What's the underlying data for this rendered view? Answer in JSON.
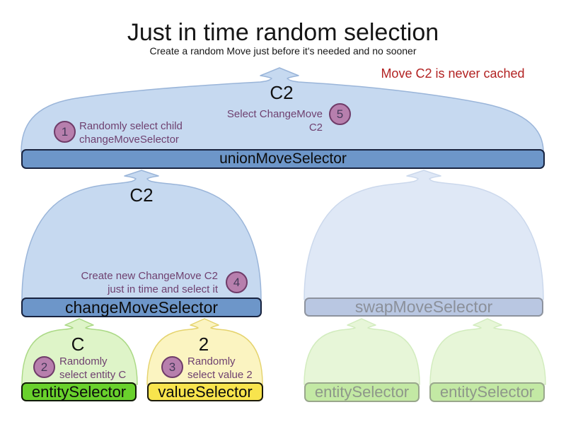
{
  "header": {
    "title": "Just in time random selection",
    "subtitle": "Create a random Move just before it's needed and no sooner"
  },
  "note": "Move C2 is never cached",
  "selectors": {
    "union": {
      "label": "unionMoveSelector",
      "output": "C2"
    },
    "change": {
      "label": "changeMoveSelector",
      "output": "C2"
    },
    "swap": {
      "label": "swapMoveSelector"
    },
    "entity": {
      "label": "entitySelector",
      "output": "C"
    },
    "value": {
      "label": "valueSelector",
      "output": "2"
    },
    "faded_entity_left": {
      "label": "entitySelector"
    },
    "faded_entity_right": {
      "label": "entitySelector"
    }
  },
  "steps": {
    "1": {
      "badge": "1",
      "line1": "Randomly select child",
      "line2": "changeMoveSelector"
    },
    "2": {
      "badge": "2",
      "line1": "Randomly",
      "line2": "select entity C"
    },
    "3": {
      "badge": "3",
      "line1": "Randomly",
      "line2": "select value 2"
    },
    "4": {
      "badge": "4",
      "line1": "Create new ChangeMove C2",
      "line2": "just in time and select it"
    },
    "5": {
      "badge": "5",
      "line1": "Select ChangeMove C2"
    }
  },
  "colors": {
    "active_bar_blue": "#6d96c9",
    "funnel_blue": "#c6d9f0",
    "faded_bar_blue": "#b9c7e2",
    "entity_bar_green": "#69d12c",
    "value_bar_yellow": "#f8e44d",
    "faded_bar_green": "#c3e9a4",
    "annotation_purple": "#6f4170",
    "badge_fill_purple": "#b77fad",
    "note_red": "#b22222"
  }
}
